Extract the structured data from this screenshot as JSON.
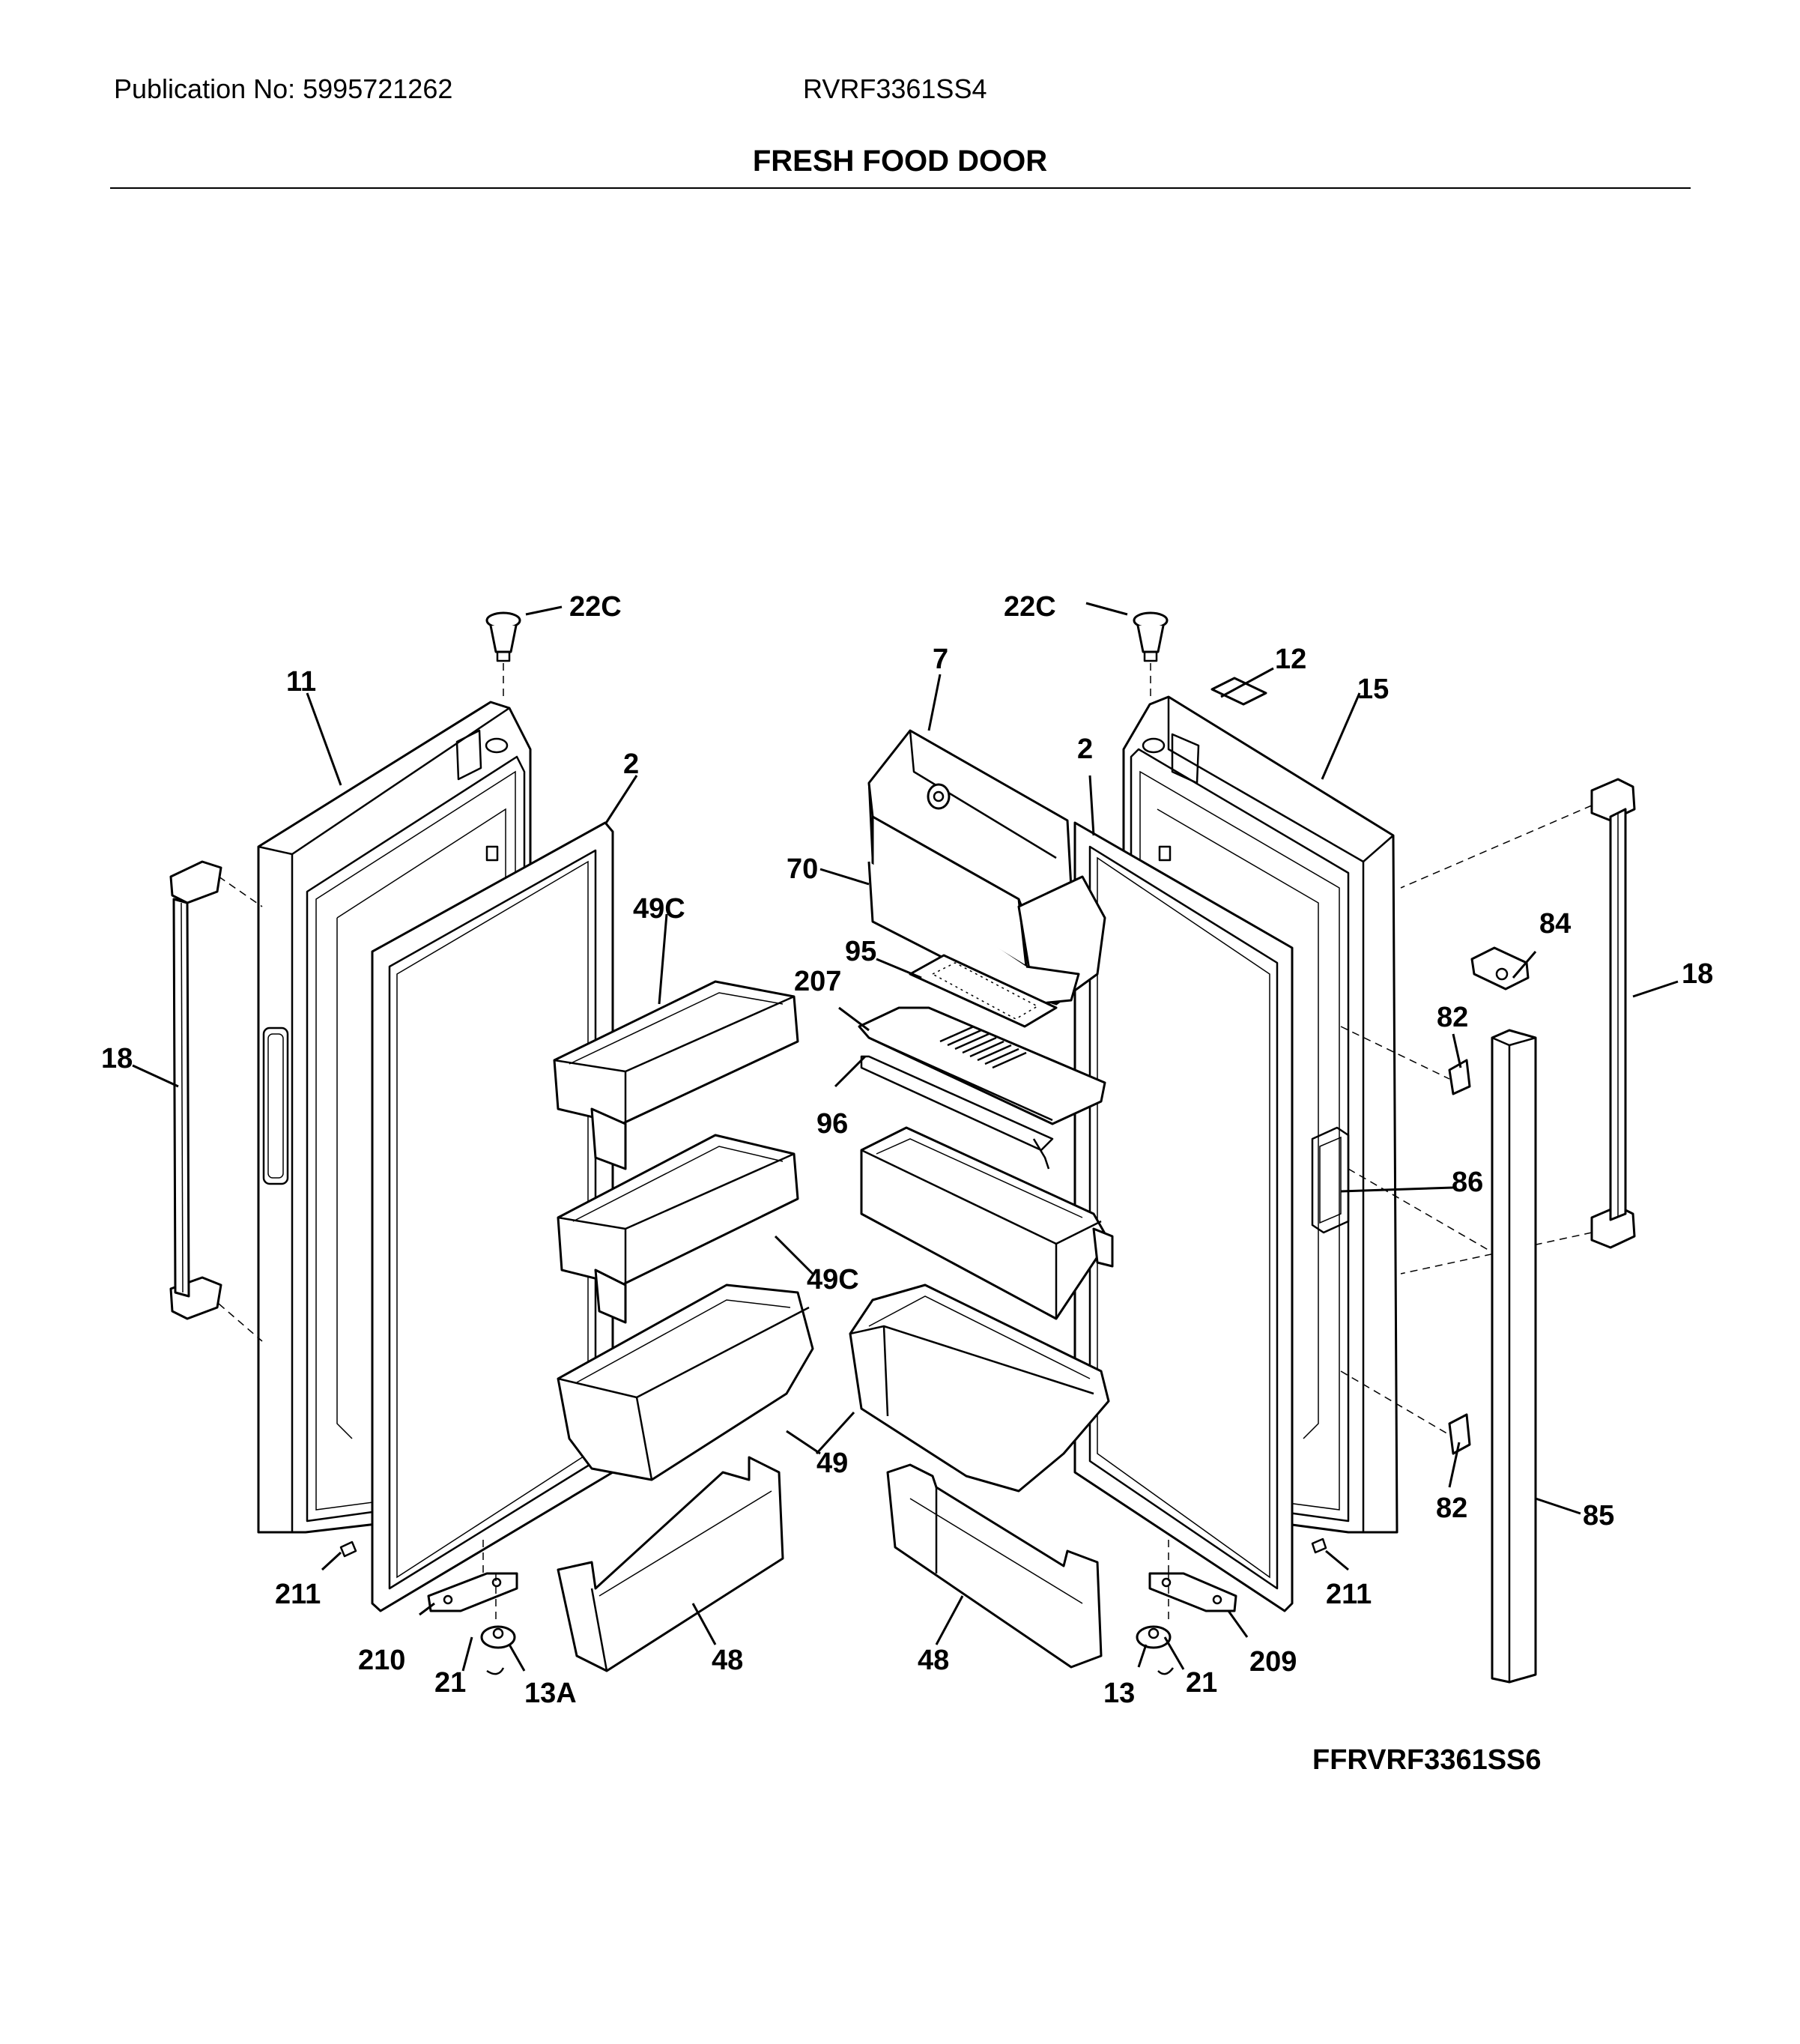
{
  "header": {
    "publication": "Publication No: 5995721262",
    "model": "RVRF3361SS4",
    "title": "FRESH FOOD DOOR"
  },
  "figure_id": "FFRVRF3361SS6",
  "callouts": [
    "22C",
    "22C",
    "11",
    "12",
    "15",
    "7",
    "2",
    "2",
    "70",
    "95",
    "207",
    "49C",
    "96",
    "49C",
    "84",
    "18",
    "18",
    "82",
    "86",
    "49",
    "82",
    "85",
    "211",
    "211",
    "210",
    "21",
    "13A",
    "48",
    "48",
    "13",
    "21",
    "209"
  ]
}
